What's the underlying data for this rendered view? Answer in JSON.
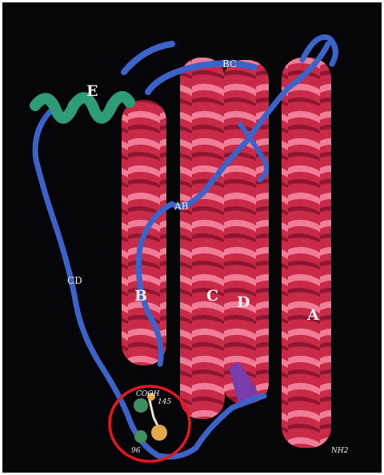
{
  "colors": {
    "background": "#050409",
    "helix": "#d0304f",
    "helix_highlight": "#f07d98",
    "loop": "#3e63c8",
    "helix_e": "#2f9c78",
    "side_chain_green": "#3f8f60",
    "side_chain_gold": "#e3a94c",
    "highlight_circle": "#e3191f",
    "purple_segment": "#7a3aa8"
  },
  "labels": {
    "helix_a": "A",
    "helix_b": "B",
    "helix_c": "C",
    "helix_d": "D",
    "helix_e": "E",
    "loop_ab": "AB",
    "loop_bc": "BC",
    "loop_cd": "CD",
    "c_terminus": "COOH",
    "n_terminus": "NH2",
    "residue_145": "145",
    "residue_96": "96"
  }
}
